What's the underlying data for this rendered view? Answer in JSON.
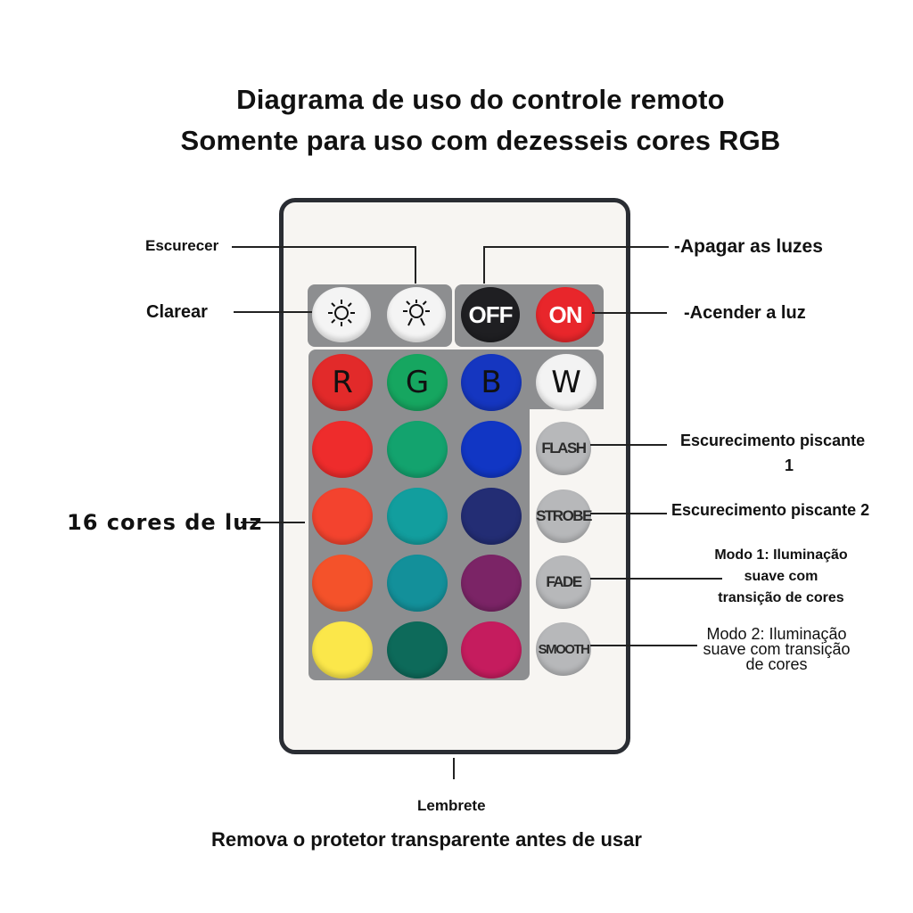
{
  "title": {
    "line1": "Diagrama de uso do controle remoto",
    "line2": "Somente para uso com dezesseis cores RGB"
  },
  "labels": {
    "escurecer": "Escurecer",
    "clarear": "Clarear",
    "apagar": "-Apagar as luzes",
    "acender": "-Acender a luz",
    "flash_line1": "Escurecimento piscante",
    "flash_line2": "1",
    "strobe": "Escurecimento piscante 2",
    "fade_line1": "Modo 1: Iluminação",
    "fade_line2": "suave com",
    "fade_line3": "transição de cores",
    "smooth_line1": "Modo 2: Iluminação",
    "smooth_line2": "suave com transição",
    "smooth_line3": "de cores",
    "cores": "16 cores de luz",
    "lembrete": "Lembrete",
    "remova": "Remova o protetor transparente antes de usar"
  },
  "buttons": {
    "off": "OFF",
    "on": "ON",
    "r": "R",
    "g": "G",
    "b": "B",
    "w": "W",
    "flash": "FLASH",
    "strobe": "STROBE",
    "fade": "FADE",
    "smooth": "SMOOTH"
  },
  "colors": {
    "row1": [
      "#ee2c2c",
      "#13a36e",
      "#1136c4"
    ],
    "row2": [
      "#f3432e",
      "#129e9e",
      "#232d74"
    ],
    "row3": [
      "#f4522a",
      "#13909a",
      "#7b2466"
    ],
    "row4": [
      "#fbe74a",
      "#0d6a5a",
      "#c51c5e"
    ]
  },
  "icons": {
    "brightness_up": "sun-icon",
    "brightness_down": "sun-dim-icon"
  }
}
